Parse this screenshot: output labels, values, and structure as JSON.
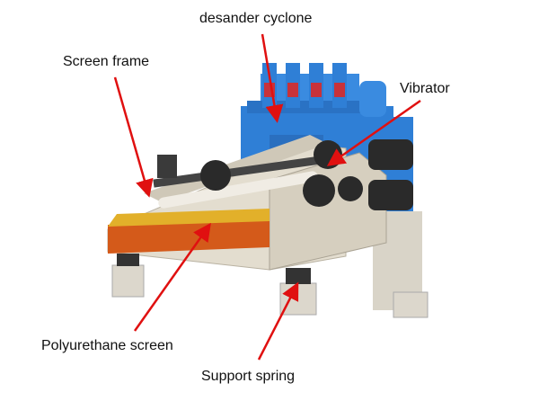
{
  "labels": {
    "desander": "desander cyclone",
    "screen_frame": "Screen frame",
    "vibrator": "Vibrator",
    "polyurethane": "Polyurethane screen",
    "spring": "Support spring"
  },
  "colors": {
    "arrow": "#e01010",
    "frame_blue": "#2f7fd6",
    "plate": "#ddd6c6",
    "screen": "#d45a1a"
  }
}
